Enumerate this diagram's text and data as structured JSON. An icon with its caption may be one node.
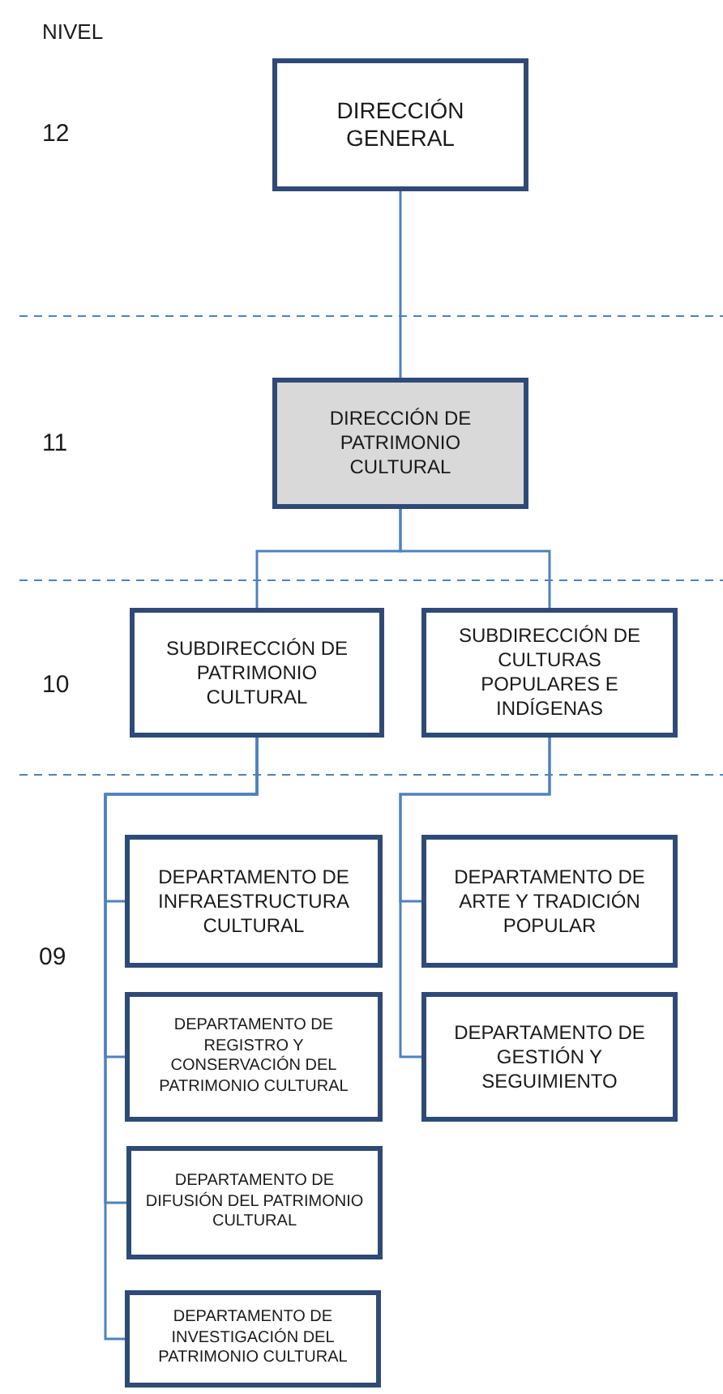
{
  "diagram": {
    "nodes": [
      {
        "text": [
          "DIRECCIÓN GENERAL"
        ]
      },
      {
        "text": [
          "DIRECCIÓN DE PATRIMONIO CULTURAL"
        ]
      },
      {
        "text": [
          "SUBDIRECCIÓN DE PATRIMONIO CULTURAL"
        ]
      },
      {
        "text": [
          "SUBDIRECCIÓN DE CULTURAS POPULARES E INDÍGENAS"
        ]
      },
      {
        "text": [
          "DEPARTAMENTO DE INFRAESTRUCTURA CULTURAL"
        ]
      },
      {
        "text": [
          "DEPARTAMENTO DE REGISTRO Y CONSERVACIÓN DEL PATRIMONIO CULTURAL"
        ]
      },
      {
        "text": [
          "DEPARTAMENTO DE DIFUSIÓN DEL PATRIMONIO CULTURAL"
        ]
      },
      {
        "text": [
          "DEPARTAMENTO DE INVESTIGACIÓN DEL PATRIMONIO CULTURAL"
        ]
      },
      {
        "text": [
          "DEPARTAMENTO DE ARTE Y TRADICIÓN POPULAR"
        ]
      },
      {
        "text": [
          "DEPARTAMENTO DE GESTIÓN Y SEGUIMIENTO"
        ]
      }
    ],
    "edges": [
      {
        "from": 0,
        "to": 1,
        "arrow": "none"
      },
      {
        "from": 1,
        "to": 2,
        "arrow": "none"
      },
      {
        "from": 1,
        "to": 3,
        "arrow": "none"
      },
      {
        "from": 2,
        "to": 4,
        "arrow": "none"
      },
      {
        "from": 2,
        "to": 5,
        "arrow": "none"
      },
      {
        "from": 2,
        "to": 6,
        "arrow": "none"
      },
      {
        "from": 2,
        "to": 7,
        "arrow": "none"
      },
      {
        "from": 3,
        "to": 8,
        "arrow": "none"
      },
      {
        "from": 3,
        "to": 9,
        "arrow": "none"
      }
    ],
    "labels": [
      "NIVEL",
      "12",
      "11",
      "10",
      "09"
    ]
  }
}
